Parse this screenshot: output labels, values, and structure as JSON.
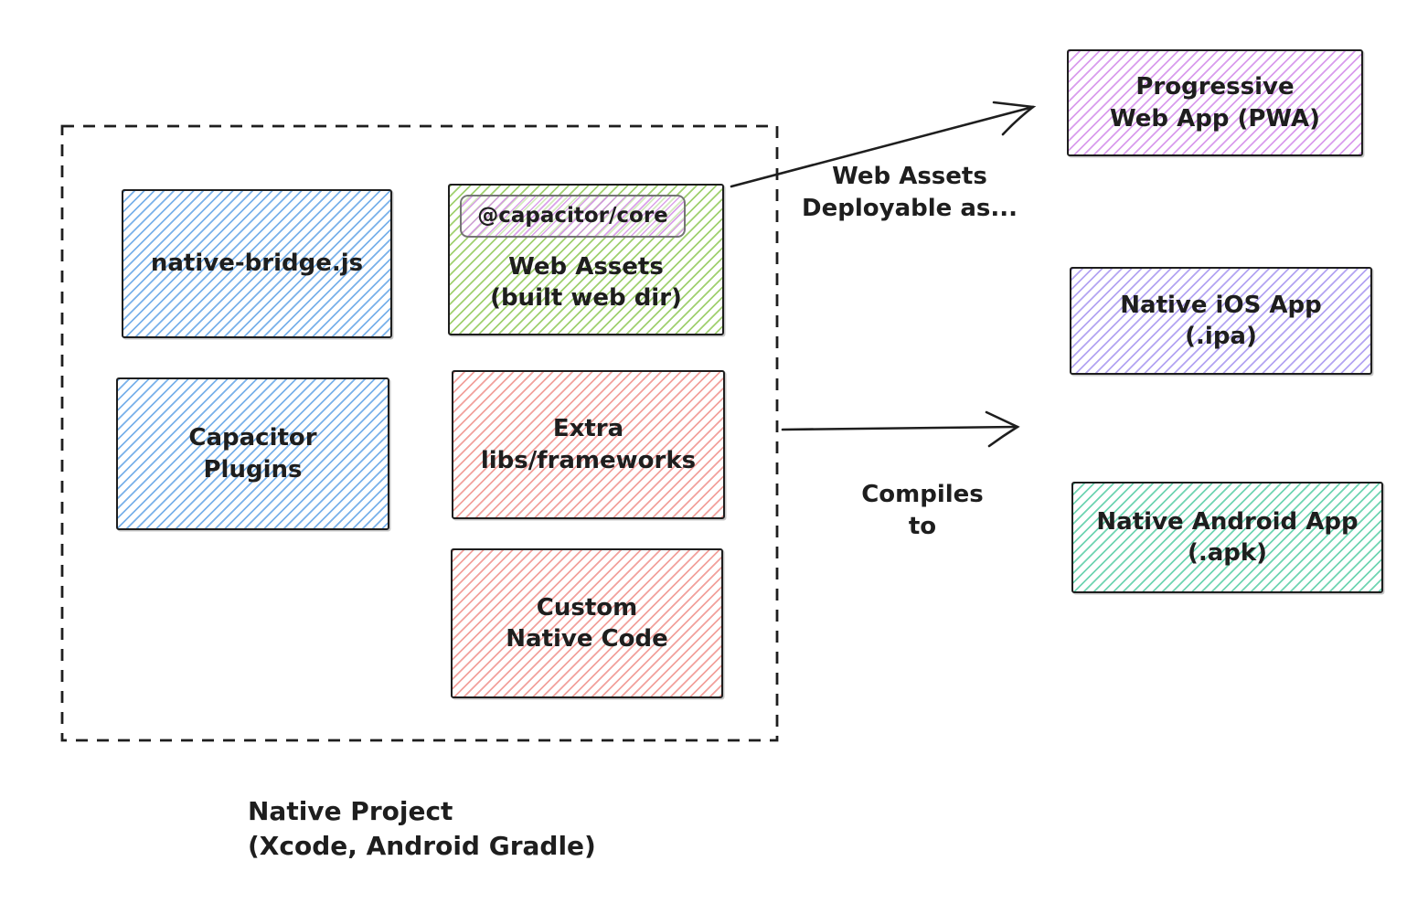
{
  "colors": {
    "blue": "#79b1ea",
    "green": "#a0d06f",
    "red": "#f2a19c",
    "magenta": "#d99ced",
    "violet": "#b3a4f2",
    "teal": "#6fd4b2",
    "ink": "#1e1e1e"
  },
  "native_project": {
    "caption_line1": "Native Project",
    "caption_line2": "(Xcode, Android Gradle)",
    "native_bridge": {
      "label": "native-bridge.js"
    },
    "capacitor_plugins": {
      "line1": "Capacitor",
      "line2": "Plugins"
    },
    "web_assets": {
      "badge": "@capacitor/core",
      "line1": "Web Assets",
      "line2": "(built web dir)"
    },
    "extra_libs": {
      "line1": "Extra",
      "line2": "libs/frameworks"
    },
    "custom_native": {
      "line1": "Custom",
      "line2": "Native Code"
    }
  },
  "arrows": {
    "deploy": {
      "line1": "Web Assets",
      "line2": "Deployable as..."
    },
    "compile": {
      "line1": "Compiles",
      "line2": "to"
    }
  },
  "outputs": {
    "pwa": {
      "line1": "Progressive",
      "line2": "Web App (PWA)"
    },
    "ios": {
      "line1": "Native iOS App",
      "line2": "(.ipa)"
    },
    "android": {
      "line1": "Native Android App",
      "line2": "(.apk)"
    }
  }
}
